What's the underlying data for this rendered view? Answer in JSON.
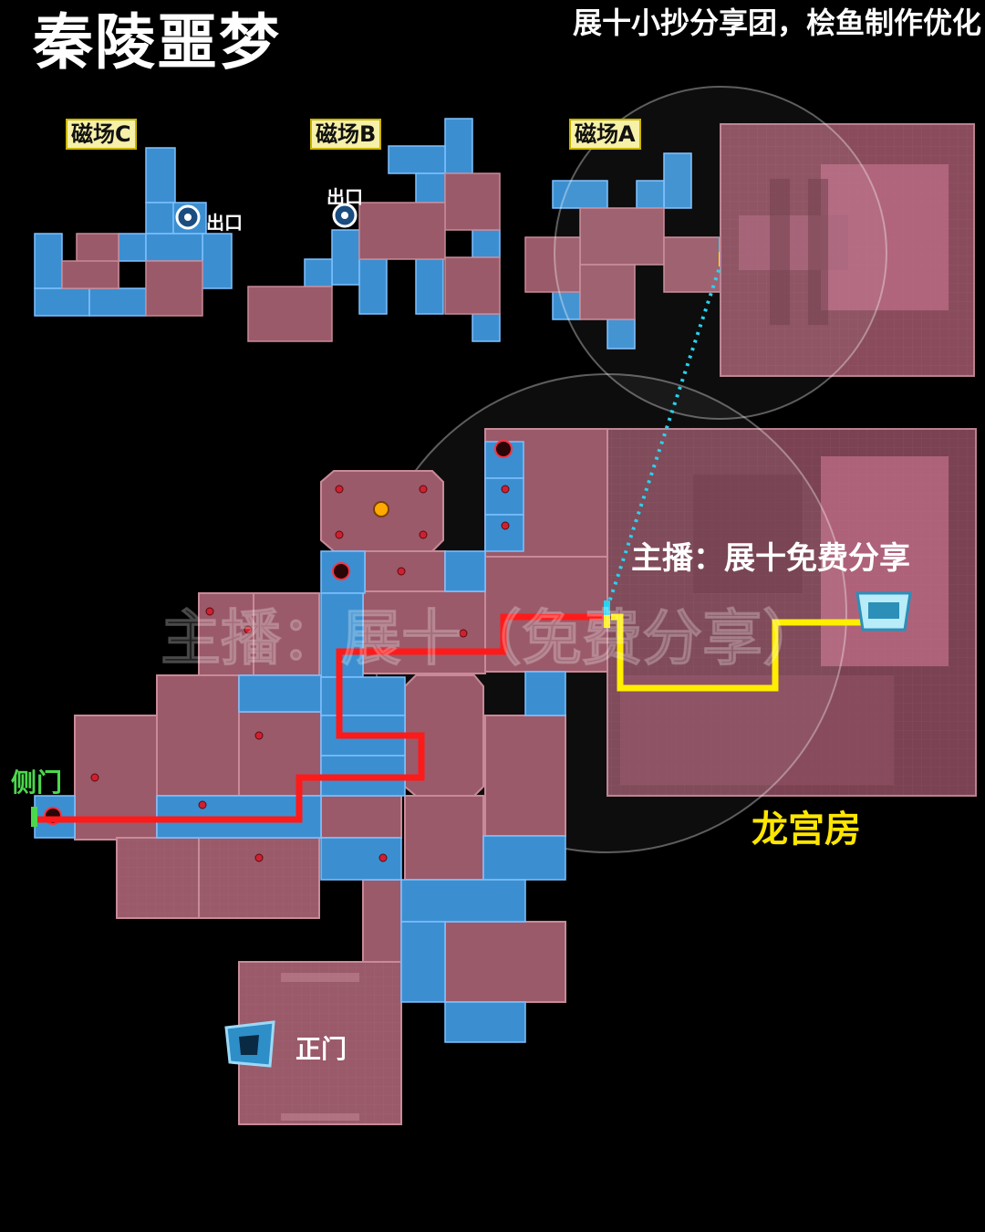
{
  "header": {
    "title": "秦陵噩梦",
    "credit": "展十小抄分享团，桧鱼制作优化"
  },
  "magnetic_fields": [
    {
      "label": "磁场C",
      "exit_label": "出口"
    },
    {
      "label": "磁场B",
      "exit_label": "出口"
    },
    {
      "label": "磁场A"
    }
  ],
  "map": {
    "streamer_label": "主播：展十免费分享",
    "watermark": "主播：展十（免费分享）",
    "side_door": "侧门",
    "front_door": "正门",
    "dragon_palace": "龙宫房"
  },
  "colors": {
    "room_pink": "#9a5a6a",
    "corridor_blue": "#3b8fd0",
    "route_red": "#ff1a1a",
    "route_yellow": "#ffee00",
    "route_cyan_dotted": "#27d3f0",
    "side_door_green": "#4cd84c",
    "palace_label_yellow": "#ffe600"
  },
  "icons": {
    "exit": "exit-portal-icon",
    "boss": "boss-skull-icon",
    "chest": "treasure-chest-icon",
    "spawn": "spawn-marker-icon",
    "entrance": "entrance-door-icon"
  }
}
